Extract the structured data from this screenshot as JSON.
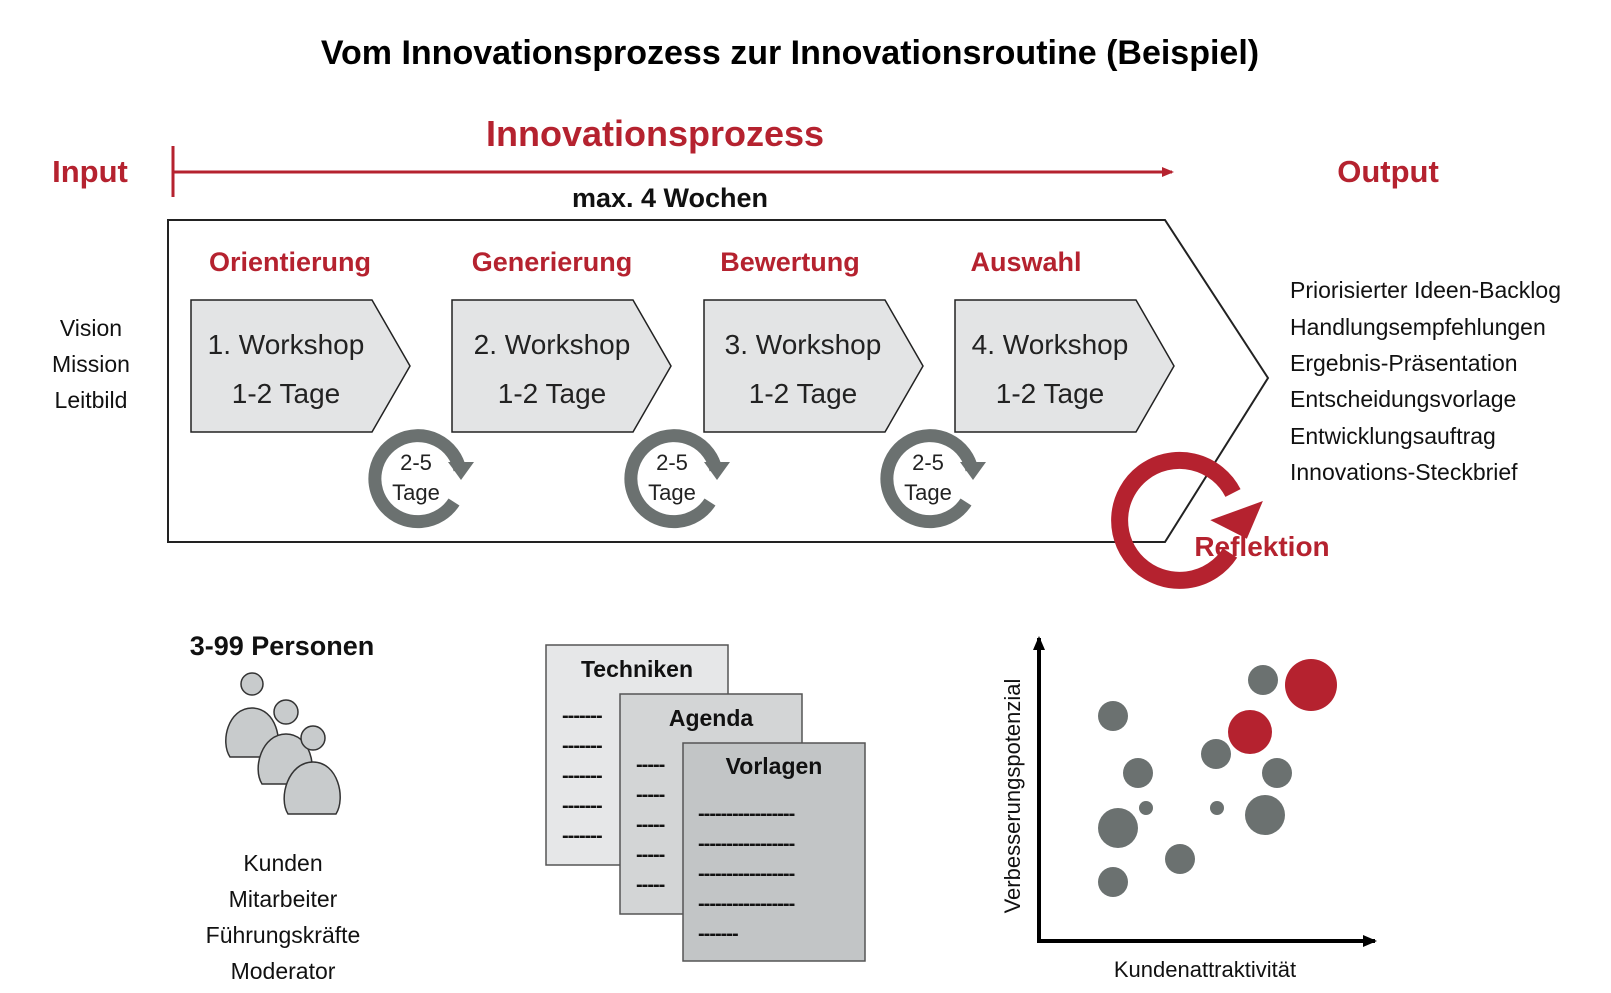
{
  "title": "Vom Innovationsprozess zur Innovationsroutine  (Beispiel)",
  "process": {
    "heading": "Innovationsprozess",
    "input_label": "Input",
    "output_label": "Output",
    "duration": "max. 4 Wochen"
  },
  "input_items": [
    "Vision",
    "Mission",
    "Leitbild"
  ],
  "stages": [
    {
      "name": "Orientierung",
      "workshop": "1. Workshop",
      "days": "1-2 Tage"
    },
    {
      "name": "Generierung",
      "workshop": "2. Workshop",
      "days": "1-2 Tage"
    },
    {
      "name": "Bewertung",
      "workshop": "3. Workshop",
      "days": "1-2 Tage"
    },
    {
      "name": "Auswahl",
      "workshop": "4. Workshop",
      "days": "1-2 Tage"
    }
  ],
  "cycles": [
    {
      "top": "2-5",
      "bottom": "Tage"
    },
    {
      "top": "2-5",
      "bottom": "Tage"
    },
    {
      "top": "2-5",
      "bottom": "Tage"
    }
  ],
  "reflection": "Reflektion",
  "output_items": [
    "Priorisierter Ideen-Backlog",
    "Handlungsempfehlungen",
    "Ergebnis-Präsentation",
    "Entscheidungsvorlage",
    "Entwicklungsauftrag",
    "Innovations-Steckbrief"
  ],
  "people": {
    "heading": "3-99 Personen",
    "roles": [
      "Kunden",
      "Mitarbeiter",
      "Führungskräfte",
      "Moderator"
    ]
  },
  "documents": {
    "doc1_title": "Techniken",
    "doc1_lines": [
      "-------",
      "-------",
      "-------",
      "-------",
      "-------"
    ],
    "doc2_title": "Agenda",
    "doc2_lines": [
      "-----",
      "-----",
      "-----",
      "-----",
      "-----",
      "-----"
    ],
    "doc3_title": "Vorlagen",
    "doc3_lines": [
      "-----------------",
      "-----------------",
      "-----------------",
      "-----------------",
      "-------"
    ]
  },
  "matrix": {
    "xlabel": "Kundenattraktivität",
    "ylabel": "Verbesserungspotenzial"
  },
  "colors": {
    "accent_red": "#b5222f",
    "dark_gray": "#6b7170",
    "light_gray_fill": "#e3e4e5",
    "doc_fill_1": "#e6e7e8",
    "doc_fill_2": "#d3d5d6",
    "doc_fill_3": "#c2c5c6"
  }
}
